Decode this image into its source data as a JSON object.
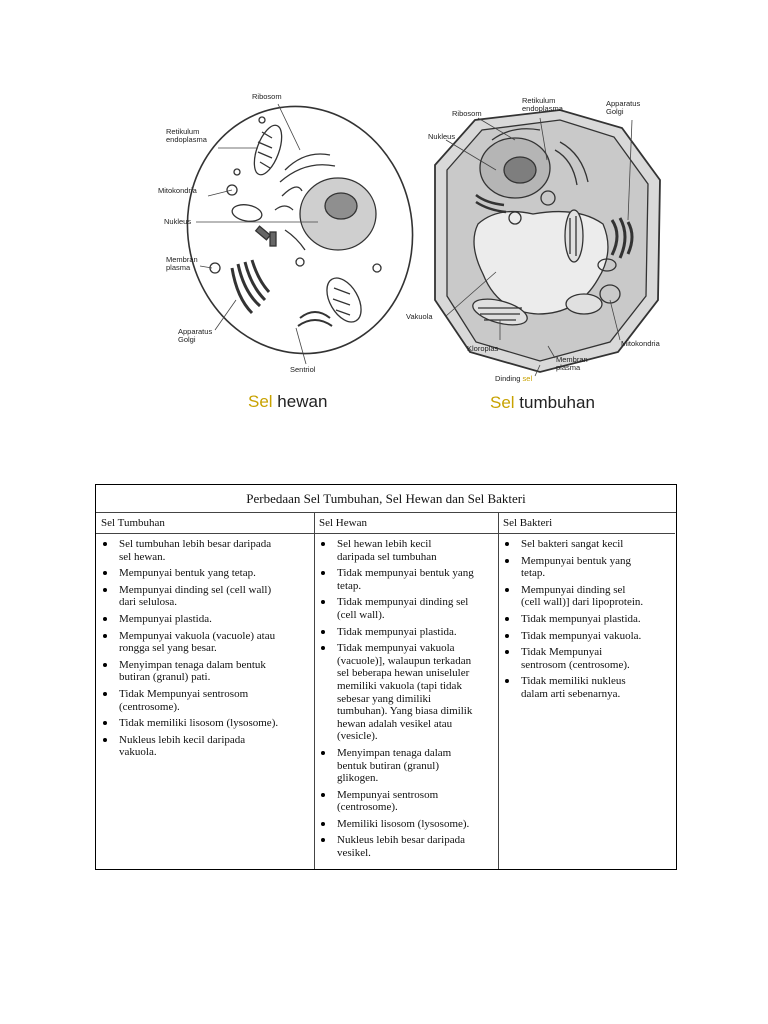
{
  "diagram": {
    "animal_labels": {
      "ribosom": "Ribosom",
      "retikulum": "Retikulum\nendoplasma",
      "mitokondria": "Mitokondria",
      "nukleus": "Nukleus",
      "membran": "Membran\nplasma",
      "golgi": "Apparatus\nGolgi",
      "sentriol": "Sentriol"
    },
    "plant_labels": {
      "ribosom": "Ribosom",
      "retikulum": "Retikulum\nendoplasma",
      "golgi": "Apparatus\nGolgi",
      "nukleus": "Nukleus",
      "vakuola": "Vakuola",
      "kloroplas": "Kloroplas",
      "membran": "Membran\nplasma",
      "mitokondria": "Mitokondria",
      "dinding_pre": "Dinding ",
      "dinding_sel": "sel"
    },
    "captions": {
      "animal_sel": "Sel",
      "animal_rest": " hewan",
      "plant_sel": "Sel",
      "plant_rest": " tumbuhan"
    }
  },
  "table": {
    "title": "Perbedaan Sel Tumbuhan, Sel Hewan dan Sel Bakteri",
    "columns": [
      {
        "header": "Sel Tumbuhan",
        "items": [
          [
            "Sel tumbuhan lebih besar daripada",
            "sel hewan."
          ],
          [
            "Mempunyai bentuk yang tetap."
          ],
          [
            "Mempunyai dinding sel (cell wall)",
            "dari selulosa."
          ],
          [
            "Mempunyai plastida."
          ],
          [
            "Mempunyai vakuola (vacuole) atau",
            "rongga sel yang besar."
          ],
          [
            "Menyimpan tenaga dalam bentuk",
            "butiran (granul) pati."
          ],
          [
            "Tidak Mempunyai sentrosom",
            "(centrosome)."
          ],
          [
            "Tidak memiliki lisosom (lysosome)."
          ],
          [
            "Nukleus lebih kecil  daripada",
            "vakuola."
          ]
        ]
      },
      {
        "header": "Sel Hewan",
        "items": [
          [
            "Sel hewan lebih kecil",
            "daripada sel tumbuhan"
          ],
          [
            "Tidak mempunyai bentuk yang",
            "tetap."
          ],
          [
            "Tidak mempunyai dinding sel",
            "(cell wall)."
          ],
          [
            "Tidak mempunyai plastida."
          ],
          [
            "Tidak mempunyai vakuola",
            "(vacuole)], walaupun terkadan",
            "sel beberapa hewan uniseluler",
            "memiliki vakuola (tapi tidak",
            "sebesar yang dimiliki",
            "tumbuhan). Yang biasa dimilik",
            "hewan adalah vesikel atau",
            "(vesicle)."
          ],
          [
            "Menyimpan tenaga dalam",
            "bentuk butiran (granul)",
            "glikogen."
          ],
          [
            "Mempunyai sentrosom",
            "(centrosome)."
          ],
          [
            "Memiliki lisosom (lysosome)."
          ],
          [
            "Nukleus lebih besar daripada",
            "vesikel."
          ]
        ]
      },
      {
        "header": "Sel Bakteri",
        "items": [
          [
            "Sel bakteri sangat kecil"
          ],
          [
            "Mempunyai bentuk yang",
            "tetap."
          ],
          [
            "Mempunyai dinding sel",
            "(cell wall)] dari lipoprotein."
          ],
          [
            "Tidak mempunyai plastida."
          ],
          [
            "Tidak mempunyai vakuola."
          ],
          [
            "Tidak Mempunyai",
            "sentrosom (centrosome)."
          ],
          [
            "Tidak memiliki nukleus",
            "dalam arti sebenarnya."
          ]
        ]
      }
    ]
  }
}
